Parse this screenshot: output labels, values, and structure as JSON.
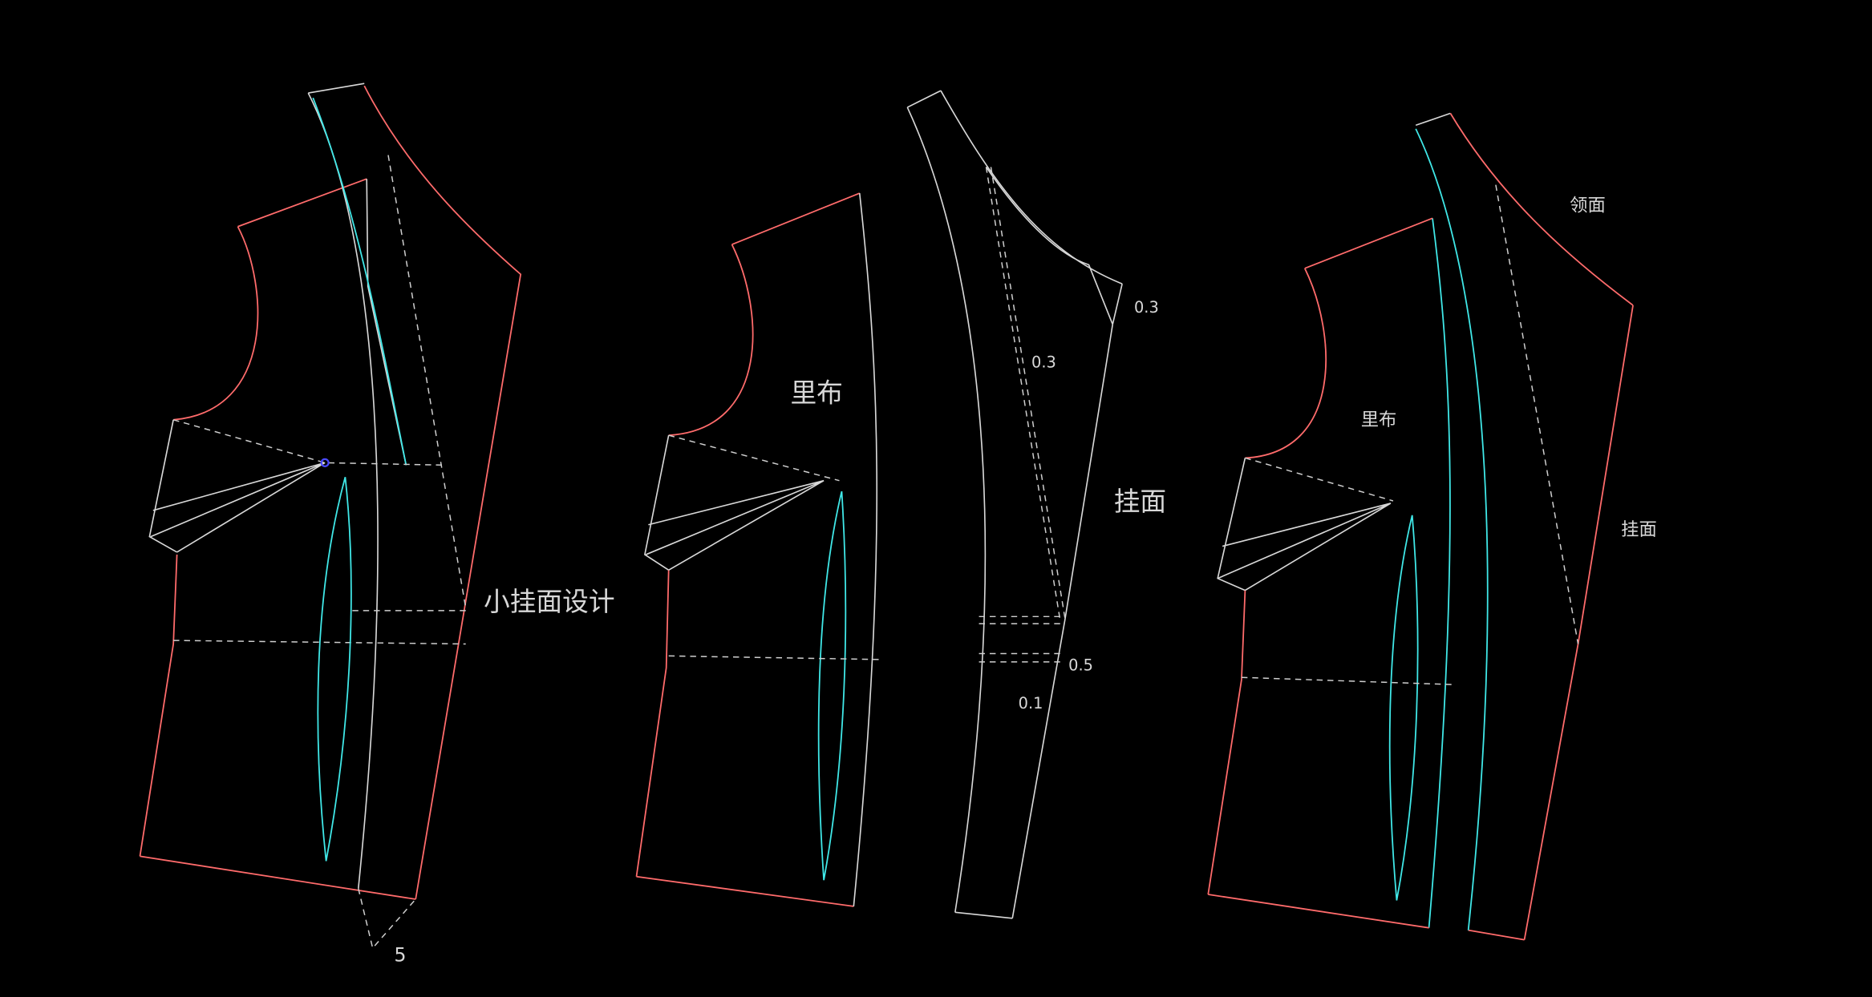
{
  "colors": {
    "background": "#000000",
    "outline": "#ff6b6b",
    "line": "#d8d8d8",
    "dart": "#40e8e8"
  },
  "piece1": {
    "title": "小挂面设计",
    "measure": "5"
  },
  "piece2": {
    "label": "里布"
  },
  "piece3": {
    "label": "挂面",
    "measures": [
      "0.3",
      "0.3",
      "0.5",
      "0.1"
    ]
  },
  "piece4": {
    "collar_label": "领面",
    "lining_label": "里布",
    "facing_label": "挂面"
  }
}
